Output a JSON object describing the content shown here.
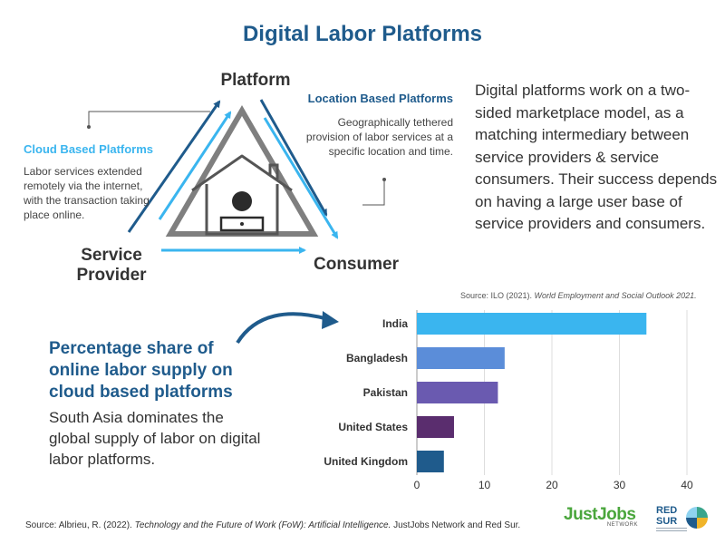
{
  "title": "Digital Labor Platforms",
  "diagram": {
    "platform_label": "Platform",
    "provider_label": "Service Provider",
    "consumer_label": "Consumer",
    "cloud": {
      "title": "Cloud Based Platforms",
      "description": "Labor services extended remotely via the internet, with the transaction taking place online."
    },
    "location": {
      "title": "Location Based Platforms",
      "description": "Geographically tethered provision of labor services at a specific location and time."
    },
    "icons": [
      "house-icon",
      "person-at-laptop-icon",
      "triangle-frame"
    ],
    "colors": {
      "dark_blue": "#1f5b8c",
      "light_blue": "#3ab5ef",
      "gray": "#7f7f7f"
    }
  },
  "description": "Digital platforms work on a two-sided marketplace model, as a matching intermediary between service providers & service consumers. Their success depends on having a large user base of service providers and consumers.",
  "chart_source": {
    "prefix": "Source: ILO (2021). ",
    "italic": "World Employment and Social Outlook 2021."
  },
  "highlight": {
    "title": "Percentage share of online labor supply on cloud based platforms",
    "description": "South Asia dominates the global supply of labor on digital labor platforms."
  },
  "chart_data": {
    "type": "bar",
    "orientation": "horizontal",
    "categories": [
      "India",
      "Bangladesh",
      "Pakistan",
      "United States",
      "United Kingdom"
    ],
    "values": [
      34,
      13,
      12,
      5.5,
      4
    ],
    "colors": [
      "#3ab5ef",
      "#5b8dd9",
      "#6a5ab0",
      "#5a2d6e",
      "#1f5b8c"
    ],
    "xlim": [
      0,
      40
    ],
    "xticks": [
      0,
      10,
      20,
      30,
      40
    ],
    "grid": true,
    "title": "",
    "xlabel": "",
    "ylabel": ""
  },
  "footer": {
    "prefix": "Source: Albrieu, R. (2022). ",
    "italic": "Technology and the Future of Work (FoW): Artificial Intelligence.",
    "suffix": " JustJobs Network and Red Sur."
  },
  "logos": {
    "justjobs": {
      "word": "JustJobs",
      "sub": "NETWORK",
      "color": "#4aa63c"
    },
    "redsur": {
      "line1": "RED",
      "line2": "SUR"
    }
  }
}
